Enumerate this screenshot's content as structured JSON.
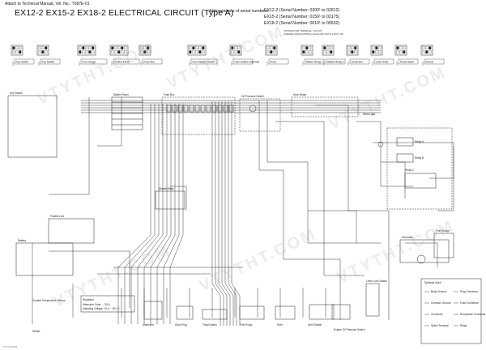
{
  "header": {
    "manual_ref": "Attach to Technical Manual, Vol. No.: T587E-01",
    "title": "EX12-2 EX15-2 EX18-2 ELECTRICAL CIRCUIT (Type A)",
    "abbr_label": "Abbreviations of serial numbers:",
    "serials": [
      "EX12-2 (Serial Number: 0200¹ to 02812)",
      "EX15-2 (Serial Number: 0156¹ to 02175)",
      "EX18-2 (Serial Number: 0010¹ to 00532)"
    ],
    "note_lines": [
      "CONNECTOR TERMINAL LAYOUT",
      "(VIEWED FROM MATING FACE AND WITH LOCK UP)"
    ]
  },
  "watermark": "VTYTHT.COM",
  "footer_code": "T1V1-10-001",
  "connectors": [
    {
      "label": "Key Switch"
    },
    {
      "label": "Key Switch"
    },
    {
      "label": "Fuel Gauge"
    },
    {
      "label": "Switch Panel"
    },
    {
      "label": "Fuse Box"
    },
    {
      "label": "Fuel Sender Switch"
    },
    {
      "label": "Horn Switch Solenoid"
    },
    {
      "label": "Float"
    },
    {
      "label": "Starter Relay 1"
    },
    {
      "label": "Starter Relay 2"
    },
    {
      "label": "Generator"
    },
    {
      "label": "Glow Timer"
    },
    {
      "label": "Travel Alarm"
    },
    {
      "label": "Buzzer"
    }
  ],
  "labels": {
    "switch_panel": "Switch Panel",
    "fuse_box": "Fuse Box",
    "oil_pressure": "Oil Pressure Switch",
    "starter_relay": "Starter Relay",
    "relay_a": "Relay A",
    "relay_b": "Relay B",
    "relay_c": "Relay C",
    "horn_relay": "Horn Relay",
    "work_light": "Work Light",
    "key_switch": "Key Switch",
    "fusible_link": "Fusible Link",
    "battery": "Battery",
    "starter": "Starter",
    "alternator": "Alternator",
    "glow_plug": "Glow Plug",
    "travel_alarm": "Travel Alarm",
    "fuel_pump": "Fuel Pump",
    "horn": "Horn",
    "horn_switch": "Horn Switch",
    "engine_oil_sw": "Engine Oil Pressure Switch",
    "coolant_sw": "Coolant Temperature Sensor",
    "fuel_sensor": "Fuel Sensor",
    "generator": "Generator",
    "lever_lock": "Lever Lock Switch",
    "symbols_title": "Symbols Used"
  },
  "regulator_box": {
    "title": "Regulator",
    "line1": "Alternator Code → 30 A",
    "line2": "Adjusting Voltage: 14.4 ~ 15.0 V"
  },
  "legend": [
    "Body Ground",
    "Plug Connector",
    "Common Ground",
    "Fuse Connector",
    "Connector",
    "Receptacle Connector",
    "Splice Terminal",
    "Relay"
  ]
}
